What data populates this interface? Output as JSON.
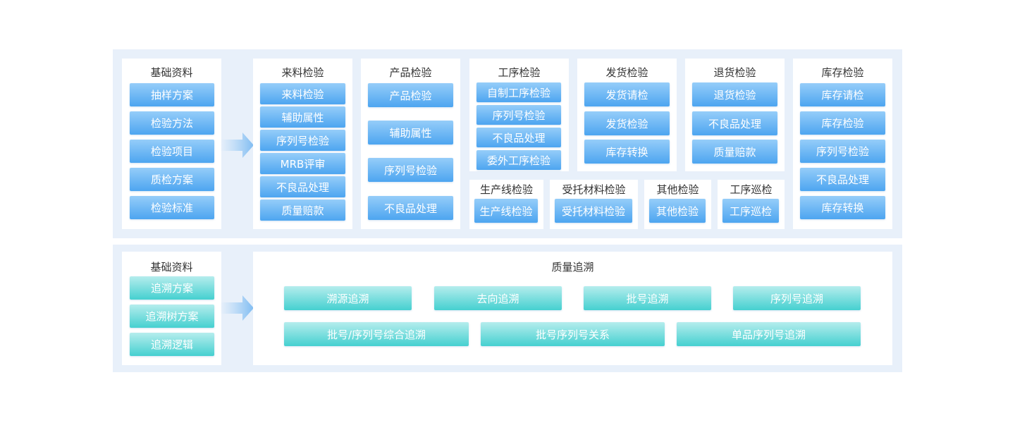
{
  "inspection": {
    "basic": {
      "title": "基础资料",
      "items": [
        "抽样方案",
        "检验方法",
        "检验项目",
        "质检方案",
        "检验标准"
      ]
    },
    "incoming": {
      "title": "来料检验",
      "items": [
        "来料检验",
        "辅助属性",
        "序列号检验",
        "MRB评审",
        "不良品处理",
        "质量赔款"
      ]
    },
    "product": {
      "title": "产品检验",
      "items": [
        "产品检验",
        "辅助属性",
        "序列号检验",
        "不良品处理"
      ]
    },
    "process": {
      "title": "工序检验",
      "items": [
        "自制工序检验",
        "序列号检验",
        "不良品处理",
        "委外工序检验"
      ]
    },
    "shipping": {
      "title": "发货检验",
      "items": [
        "发货请检",
        "发货检验",
        "库存转换"
      ]
    },
    "returns": {
      "title": "退货检验",
      "items": [
        "退货检验",
        "不良品处理",
        "质量赔款"
      ]
    },
    "inventory": {
      "title": "库存检验",
      "items": [
        "库存请检",
        "库存检验",
        "序列号检验",
        "不良品处理",
        "库存转换"
      ]
    },
    "line": {
      "title": "生产线检验",
      "items": [
        "生产线检验"
      ]
    },
    "entrusted": {
      "title": "受托材料检验",
      "items": [
        "受托材料检验"
      ]
    },
    "other": {
      "title": "其他检验",
      "items": [
        "其他检验"
      ]
    },
    "patrol": {
      "title": "工序巡检",
      "items": [
        "工序巡检"
      ]
    }
  },
  "trace": {
    "basic": {
      "title": "基础资料",
      "items": [
        "追溯方案",
        "追溯树方案",
        "追溯逻辑"
      ]
    },
    "quality": {
      "title": "质量追溯",
      "row1": [
        "溯源追溯",
        "去向追溯",
        "批号追溯",
        "序列号追溯"
      ],
      "row2": [
        "批号/序列号综合追溯",
        "批号序列号关系",
        "单品序列号追溯"
      ]
    }
  }
}
